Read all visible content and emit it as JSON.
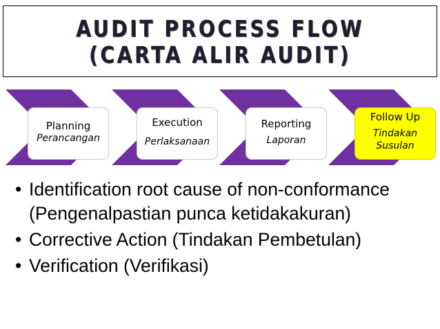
{
  "title": {
    "line1": "AUDIT PROCESS FLOW",
    "line2": "(CARTA ALIR AUDIT)"
  },
  "colors": {
    "chevron": "#7030a0",
    "highlight": "#ffff00"
  },
  "steps": [
    {
      "label": "Planning",
      "sub": "Perancangan",
      "highlight": false
    },
    {
      "label": "Execution",
      "sub": "Perlaksanaan",
      "highlight": false
    },
    {
      "label": "Reporting",
      "sub": "Laporan",
      "highlight": false
    },
    {
      "label": "Follow Up",
      "sub": "Tindakan Susulan",
      "highlight": true
    }
  ],
  "bullets": [
    "Identification root cause of non-conformance (Pengenalpastian punca ketidakakuran)",
    "Corrective Action (Tindakan Pembetulan)",
    "Verification (Verifikasi)"
  ]
}
